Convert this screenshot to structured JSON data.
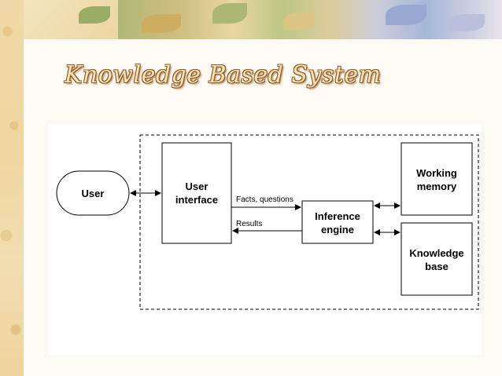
{
  "slide": {
    "title": "Knowledge Based System"
  },
  "diagram": {
    "nodes": {
      "user": "User",
      "user_interface_line1": "User",
      "user_interface_line2": "interface",
      "inference_line1": "Inference",
      "inference_line2": "engine",
      "working_line1": "Working",
      "working_line2": "memory",
      "knowledge_line1": "Knowledge",
      "knowledge_line2": "base"
    },
    "edges": {
      "facts_questions": "Facts, questions",
      "results": "Results"
    }
  },
  "colors": {
    "line": "#000000",
    "title_fill": "#f4e2b4",
    "title_outline": "#8a5a2a"
  }
}
